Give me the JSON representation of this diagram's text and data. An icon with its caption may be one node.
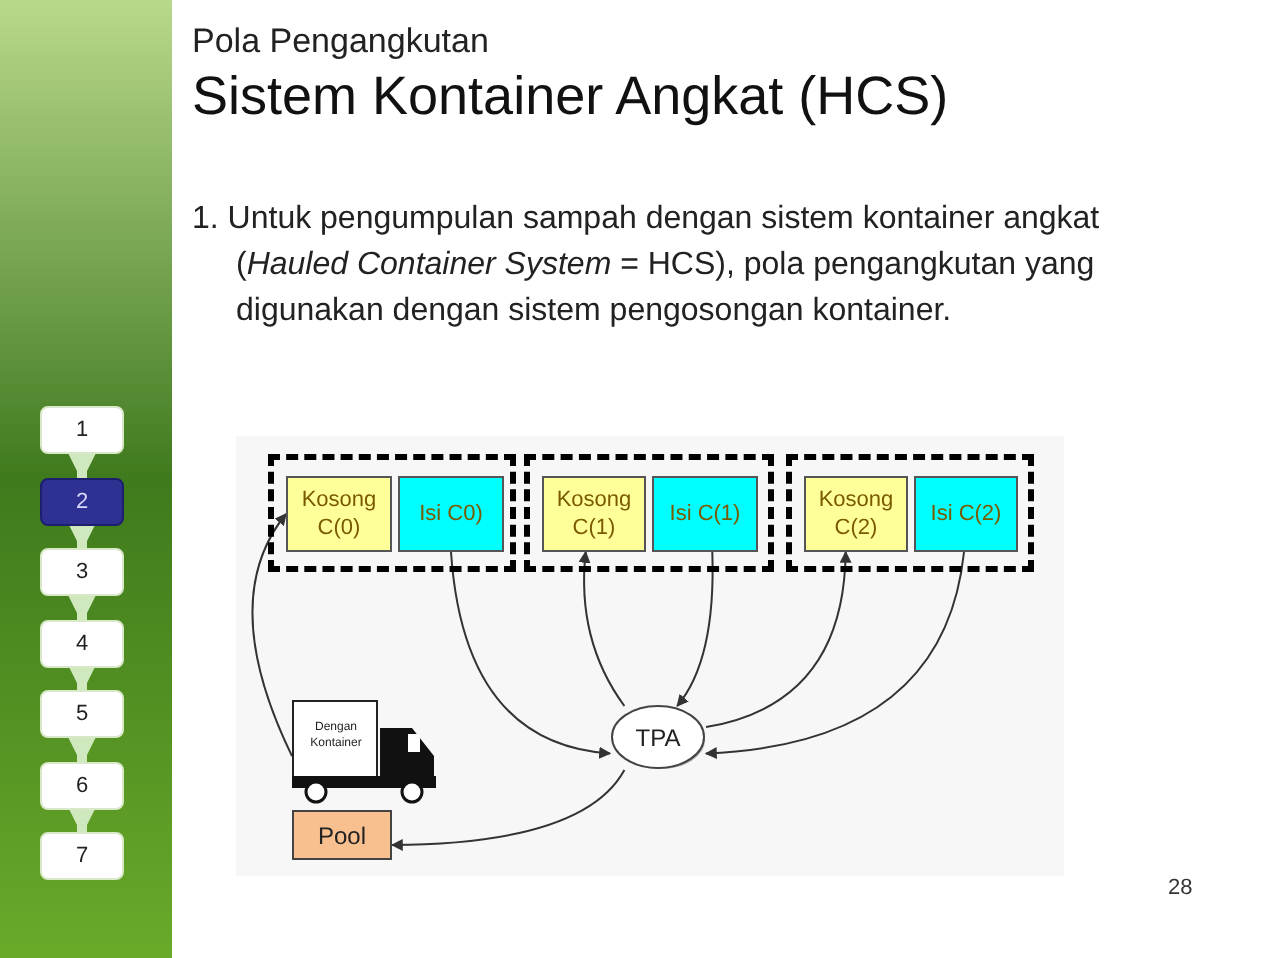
{
  "diagram": {
    "title": "Sistem Kontainer Angkat (HCS)",
    "nodes": [
      {
        "text": [
          "1"
        ]
      },
      {
        "text": [
          "2"
        ]
      },
      {
        "text": [
          "3"
        ]
      },
      {
        "text": [
          "4"
        ]
      },
      {
        "text": [
          "5"
        ]
      },
      {
        "text": [
          "6"
        ]
      },
      {
        "text": [
          "7"
        ]
      },
      {
        "text": [],
        "shape": "box"
      },
      {
        "text": [
          "Kosong C(0)"
        ],
        "in": 7
      },
      {
        "text": [
          "Isi C0)"
        ],
        "in": 7
      },
      {
        "text": [],
        "shape": "box"
      },
      {
        "text": [
          "Kosong C(1)"
        ],
        "in": 10
      },
      {
        "text": [
          "Isi C(1)"
        ],
        "in": 10
      },
      {
        "text": [],
        "shape": "box"
      },
      {
        "text": [
          "Kosong C(2)"
        ],
        "in": 13
      },
      {
        "text": [
          "Isi C(2)"
        ],
        "in": 13
      },
      {
        "text": [
          "Dengan Kontainer"
        ]
      },
      {
        "text": [
          "TPA"
        ]
      },
      {
        "text": [
          "Pool"
        ]
      }
    ],
    "edges": [
      {
        "from": 0,
        "to": 1,
        "arrow": "to",
        "style": "thick",
        "color": "#cfe8bd"
      },
      {
        "from": 1,
        "to": 2,
        "arrow": "to",
        "style": "thick",
        "color": "#cfe8bd"
      },
      {
        "from": 2,
        "to": 3,
        "arrow": "to",
        "style": "thick",
        "color": "#cfe8bd"
      },
      {
        "from": 3,
        "to": 4,
        "arrow": "to",
        "style": "thick",
        "color": "#cfe8bd"
      },
      {
        "from": 4,
        "to": 5,
        "arrow": "to",
        "style": "thick",
        "color": "#cfe8bd"
      },
      {
        "from": 5,
        "to": 6,
        "arrow": "to",
        "style": "thick",
        "color": "#cfe8bd"
      },
      {
        "from": 16,
        "to": 8,
        "arrow": "to"
      },
      {
        "from": 9,
        "to": 17,
        "arrow": "to"
      },
      {
        "from": 17,
        "to": 11,
        "arrow": "to"
      },
      {
        "from": 12,
        "to": 17,
        "arrow": "to"
      },
      {
        "from": 17,
        "to": 14,
        "arrow": "to"
      },
      {
        "from": 15,
        "to": 17,
        "arrow": "to"
      },
      {
        "from": 17,
        "to": 18,
        "arrow": "to"
      }
    ],
    "labels": [
      "Pola Pengangkutan",
      "1. Untuk pengumpulan sampah dengan sistem kontainer angkat  (*Hauled Container System* = HCS), pola pengangkutan yang digunakan dengan sistem pengosongan kontainer.",
      "28"
    ]
  }
}
